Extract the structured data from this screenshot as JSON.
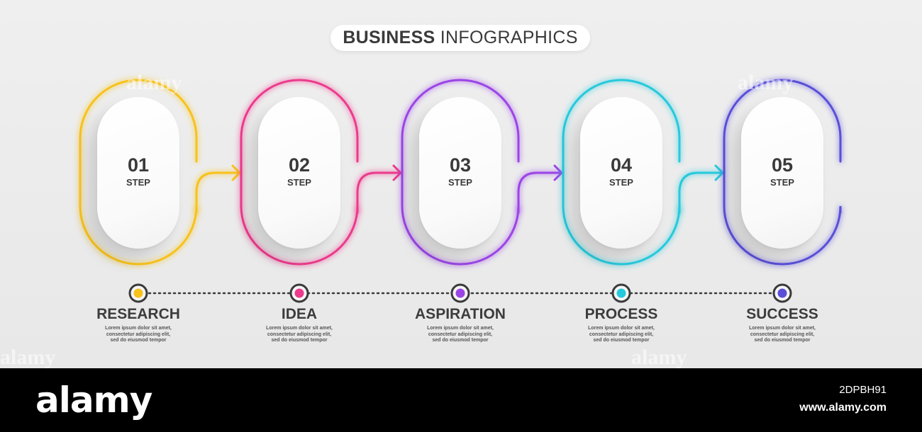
{
  "title": {
    "bold": "BUSINESS",
    "light": " INFOGRAPHICS"
  },
  "steps": [
    {
      "number": "01",
      "label": "STEP",
      "name": "RESEARCH",
      "desc_lines": [
        "Lorem ipsum dolor sit amet,",
        "consectetur adipiscing elit,",
        "sed do eiusmod tempor"
      ],
      "color": "#f7c21b"
    },
    {
      "number": "02",
      "label": "STEP",
      "name": "IDEA",
      "desc_lines": [
        "Lorem ipsum dolor sit amet,",
        "consectetur adipiscing elit,",
        "sed do eiusmod tempor"
      ],
      "color": "#ec3a8c"
    },
    {
      "number": "03",
      "label": "STEP",
      "name": "ASPIRATION",
      "desc_lines": [
        "Lorem ipsum dolor sit amet,",
        "consectetur adipiscing elit,",
        "sed do eiusmod tempor"
      ],
      "color": "#9b44e6"
    },
    {
      "number": "04",
      "label": "STEP",
      "name": "PROCESS",
      "desc_lines": [
        "Lorem ipsum dolor sit amet,",
        "consectetur adipiscing elit,",
        "sed do eiusmod tempor"
      ],
      "color": "#25c9dc"
    },
    {
      "number": "05",
      "label": "STEP",
      "name": "SUCCESS",
      "desc_lines": [
        "Lorem ipsum dolor sit amet,",
        "consectetur adipiscing elit,",
        "sed do eiusmod tempor"
      ],
      "color": "#5a4fd8"
    }
  ],
  "footer": {
    "logo": "alamy",
    "image_id": "2DPBH91",
    "site": "www.alamy.com"
  },
  "watermark_text": "alamy"
}
